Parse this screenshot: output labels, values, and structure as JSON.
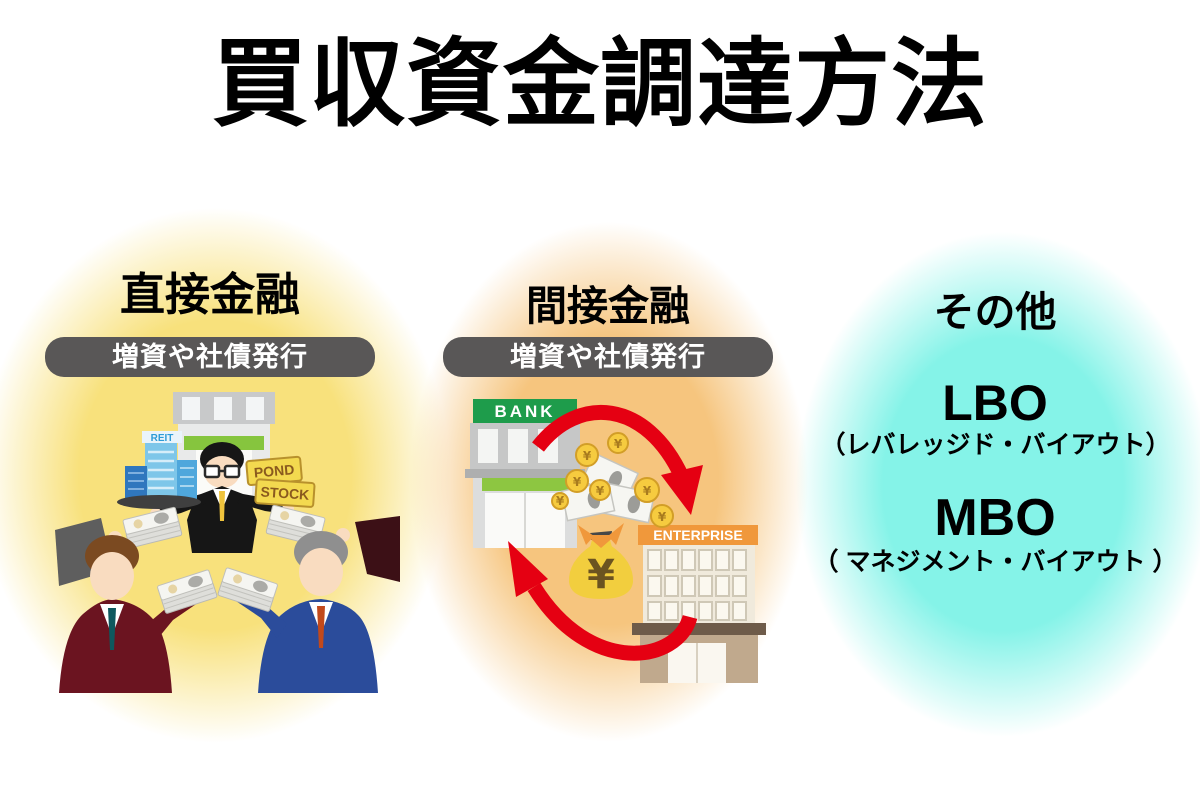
{
  "title": "買収資金調達方法",
  "sections": {
    "direct": {
      "heading": "直接金融",
      "banner": "増資や社債発行",
      "illustration": {
        "reit_label": "REIT",
        "pond_label": "POND",
        "stock_label": "STOCK"
      }
    },
    "indirect": {
      "heading": "間接金融",
      "banner": "増資や社債発行",
      "illustration": {
        "bank_label": "BANK",
        "enterprise_label": "ENTERPRISE",
        "yen_symbol": "¥"
      }
    },
    "other": {
      "heading": "その他",
      "items": [
        {
          "abbr": "LBO",
          "full": "（レバレッジド・バイアウト）"
        },
        {
          "abbr": "MBO",
          "full": "（ マネジメント・バイアウト ）"
        }
      ]
    }
  },
  "colors": {
    "direct_glow": "#F8E17C",
    "indirect_glow": "#F6C57E",
    "other_glow": "#85F3E8",
    "banner_bg": "#595757",
    "banner_text": "#FFFFFF",
    "arrow_red": "#E50012"
  }
}
